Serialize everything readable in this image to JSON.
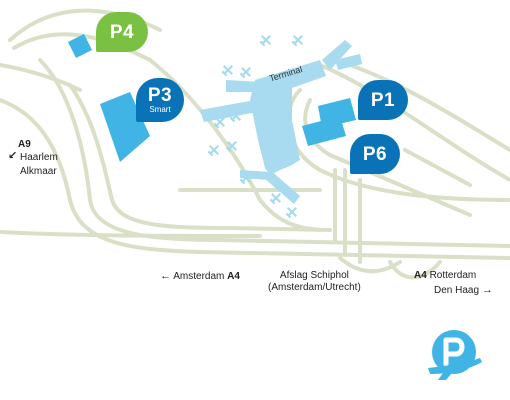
{
  "markers": {
    "p4": {
      "label": "P4"
    },
    "p3": {
      "label": "P3",
      "sub": "Smart"
    },
    "p1": {
      "label": "P1"
    },
    "p6": {
      "label": "P6"
    }
  },
  "terminal": {
    "label": "Terminal"
  },
  "directions": {
    "a9": {
      "road": "A9",
      "lines": [
        "Haarlem",
        "Alkmaar"
      ],
      "arrow": "↙"
    },
    "amsterdam": {
      "arrow": "←",
      "city": "Amsterdam",
      "road": "A4"
    },
    "afslag": {
      "line1": "Afslag Schiphol",
      "line2": "(Amsterdam/Utrecht)"
    },
    "rotterdam": {
      "road": "A4",
      "city": "Rotterdam",
      "line2": "Den Haag",
      "arrow": "→"
    }
  },
  "colors": {
    "road": "#d9e0c7",
    "terminal": "#a8daf0",
    "parking_blue": "#0a73b7",
    "parking_light": "#40b4e5",
    "p4_green": "#7ac143"
  },
  "icons": [
    "airplane-icon",
    "parking-logo-icon"
  ]
}
